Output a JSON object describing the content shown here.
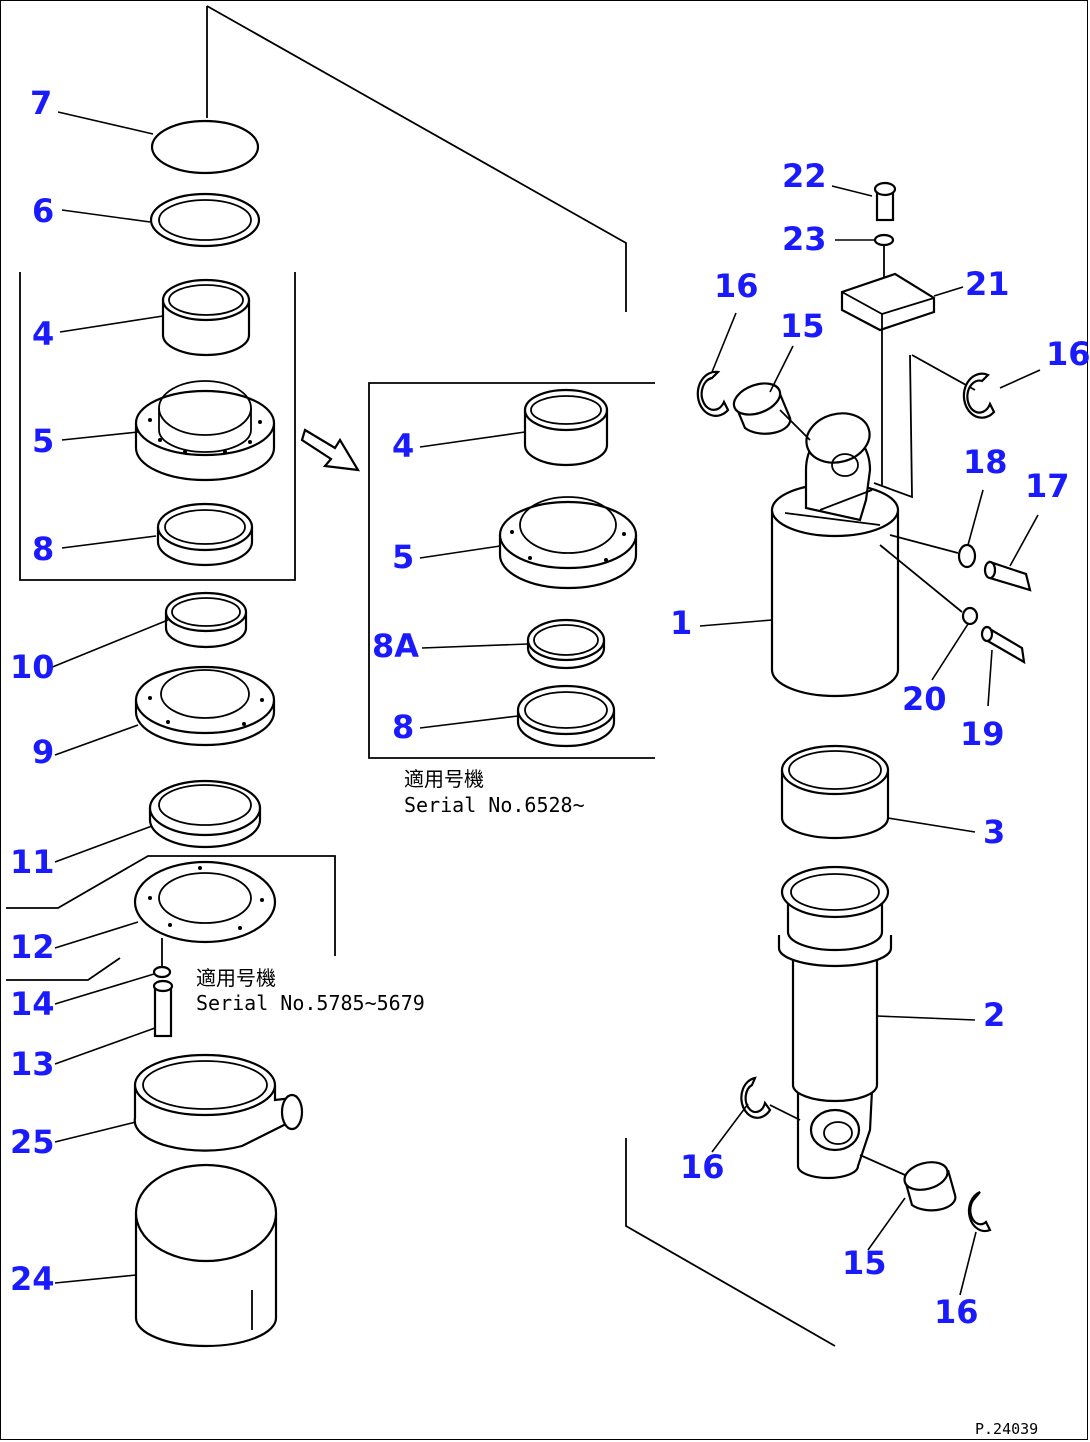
{
  "labels": {
    "p1": "1",
    "p2": "2",
    "p3": "3",
    "p4a": "4",
    "p4b": "4",
    "p5a": "5",
    "p5b": "5",
    "p6": "6",
    "p7": "7",
    "p8a": "8",
    "p8b": "8",
    "p8A": "8A",
    "p9": "9",
    "p10": "10",
    "p11": "11",
    "p12": "12",
    "p13": "13",
    "p14": "14",
    "p15a": "15",
    "p15b": "15",
    "p16a": "16",
    "p16b": "16",
    "p16c": "16",
    "p16d": "16",
    "p17": "17",
    "p18": "18",
    "p19": "19",
    "p20": "20",
    "p21": "21",
    "p22": "22",
    "p23": "23",
    "p24": "24",
    "p25": "25"
  },
  "notes": {
    "serial_new_jp": "適用号機",
    "serial_new": "Serial No.6528~",
    "serial_old_jp": "適用号機",
    "serial_old": "Serial No.5785~5679"
  },
  "drawing_code": "P.24039",
  "colors": {
    "label": "#1a1aff",
    "line": "#000000"
  }
}
